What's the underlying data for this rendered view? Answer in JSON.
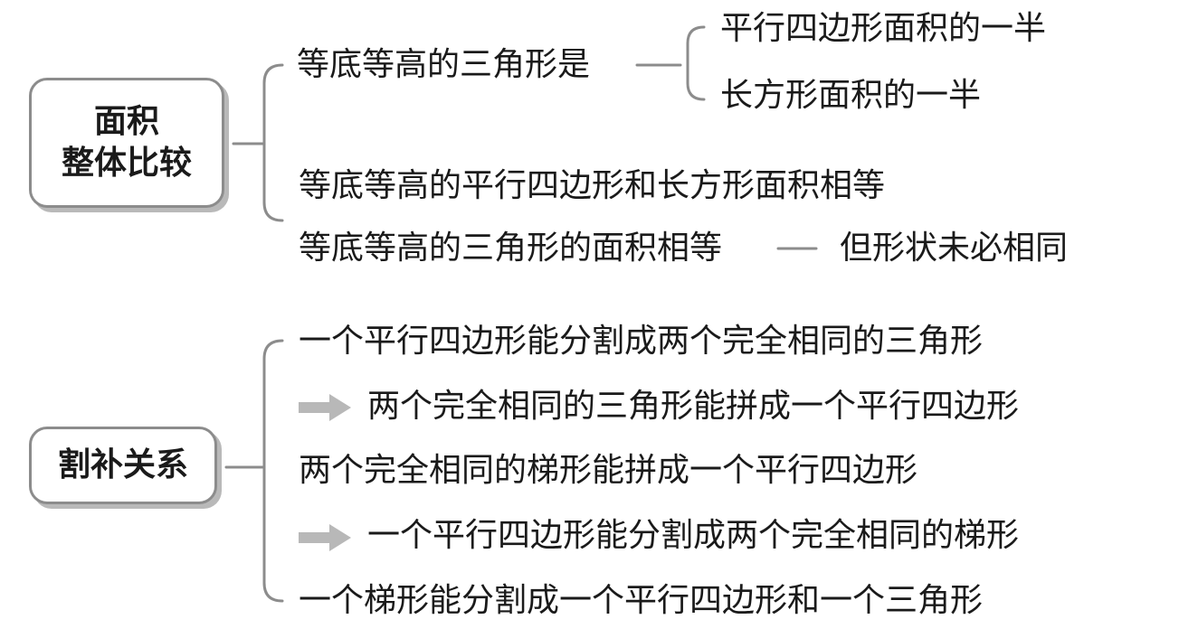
{
  "diagram": {
    "box1": {
      "line1": "面积",
      "line2": "整体比较"
    },
    "box2": {
      "label": "割补关系"
    },
    "group1": {
      "tri_label": "等底等高的三角形是",
      "tri_branch_a": "平行四边形面积的一半",
      "tri_branch_b": "长方形面积的一半",
      "para_rect": "等底等高的平行四边形和长方形面积相等",
      "tri_equal": "等底等高的三角形的面积相等",
      "tri_equal_note": "但形状未必相同"
    },
    "group2": {
      "item1": "一个平行四边形能分割成两个完全相同的三角形",
      "item1_result": "两个完全相同的三角形能拼成一个平行四边形",
      "item2": "两个完全相同的梯形能拼成一个平行四边形",
      "item2_result": "一个平行四边形能分割成两个完全相同的梯形",
      "item3": "一个梯形能分割成一个平行四边形和一个三角形"
    }
  }
}
